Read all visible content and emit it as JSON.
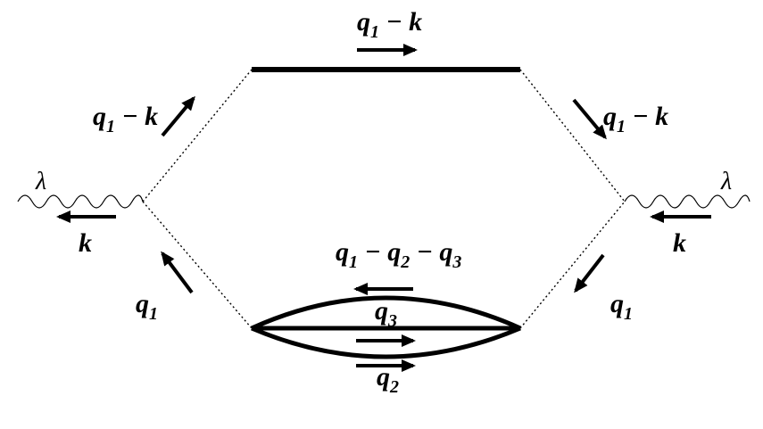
{
  "diagram": {
    "top_line_label": {
      "base": "q",
      "sub": "1",
      "rest": " − k"
    },
    "upper_left_label": {
      "base": "q",
      "sub": "1",
      "rest": " − k"
    },
    "upper_right_label": {
      "base": "q",
      "sub": "1",
      "rest": " − k"
    },
    "left_external_photon": "λ",
    "right_external_photon": "λ",
    "left_photon_momentum": "k",
    "right_photon_momentum": "k",
    "lower_left_label": {
      "base": "q",
      "sub": "1"
    },
    "lower_right_label": {
      "base": "q",
      "sub": "1"
    },
    "loop_top_label": {
      "a": "q",
      "a_sub": "1",
      "b": "q",
      "b_sub": "2",
      "c": "q",
      "c_sub": "3"
    },
    "loop_middle_label": {
      "base": "q",
      "sub": "3"
    },
    "loop_bottom_label": {
      "base": "q",
      "sub": "2"
    }
  }
}
